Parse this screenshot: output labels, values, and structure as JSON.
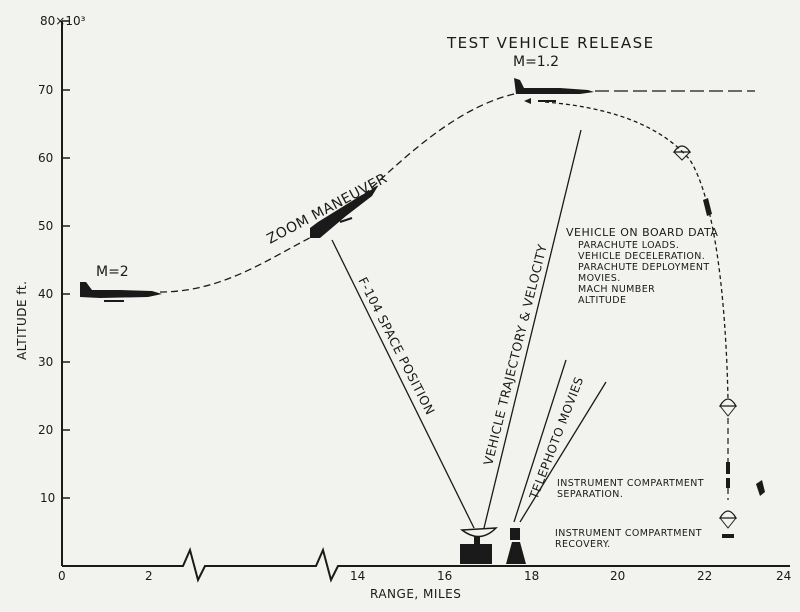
{
  "chart_data": {
    "type": "diagram",
    "title": "TEST VEHICLE RELEASE",
    "xlabel": "RANGE, MILES",
    "ylabel": "ALTITUDE ft.",
    "y_top_label": "80×10³",
    "x_ticks": [
      "0",
      "2",
      "14",
      "16",
      "18",
      "20",
      "22",
      "24"
    ],
    "y_ticks": [
      "10",
      "20",
      "30",
      "40",
      "50",
      "60",
      "70"
    ],
    "labels": {
      "mach2": "M=2",
      "mach12": "M=1.2",
      "zoom": "ZOOM MANEUVER",
      "f104": "F-104 SPACE POSITION",
      "trajectory": "VEHICLE TRAJECTORY & VELOCITY",
      "telephoto": "TELEPHOTO MOVIES"
    },
    "onboard": {
      "heading": "VEHICLE ON BOARD DATA",
      "items": [
        "PARACHUTE LOADS.",
        "VEHICLE DECELERATION.",
        "PARACHUTE DEPLOYMENT",
        "MOVIES.",
        "MACH NUMBER",
        "ALTITUDE"
      ]
    },
    "separation": [
      "INSTRUMENT COMPARTMENT",
      "SEPARATION."
    ],
    "recovery": [
      "INSTRUMENT COMPARTMENT",
      "RECOVERY."
    ]
  }
}
